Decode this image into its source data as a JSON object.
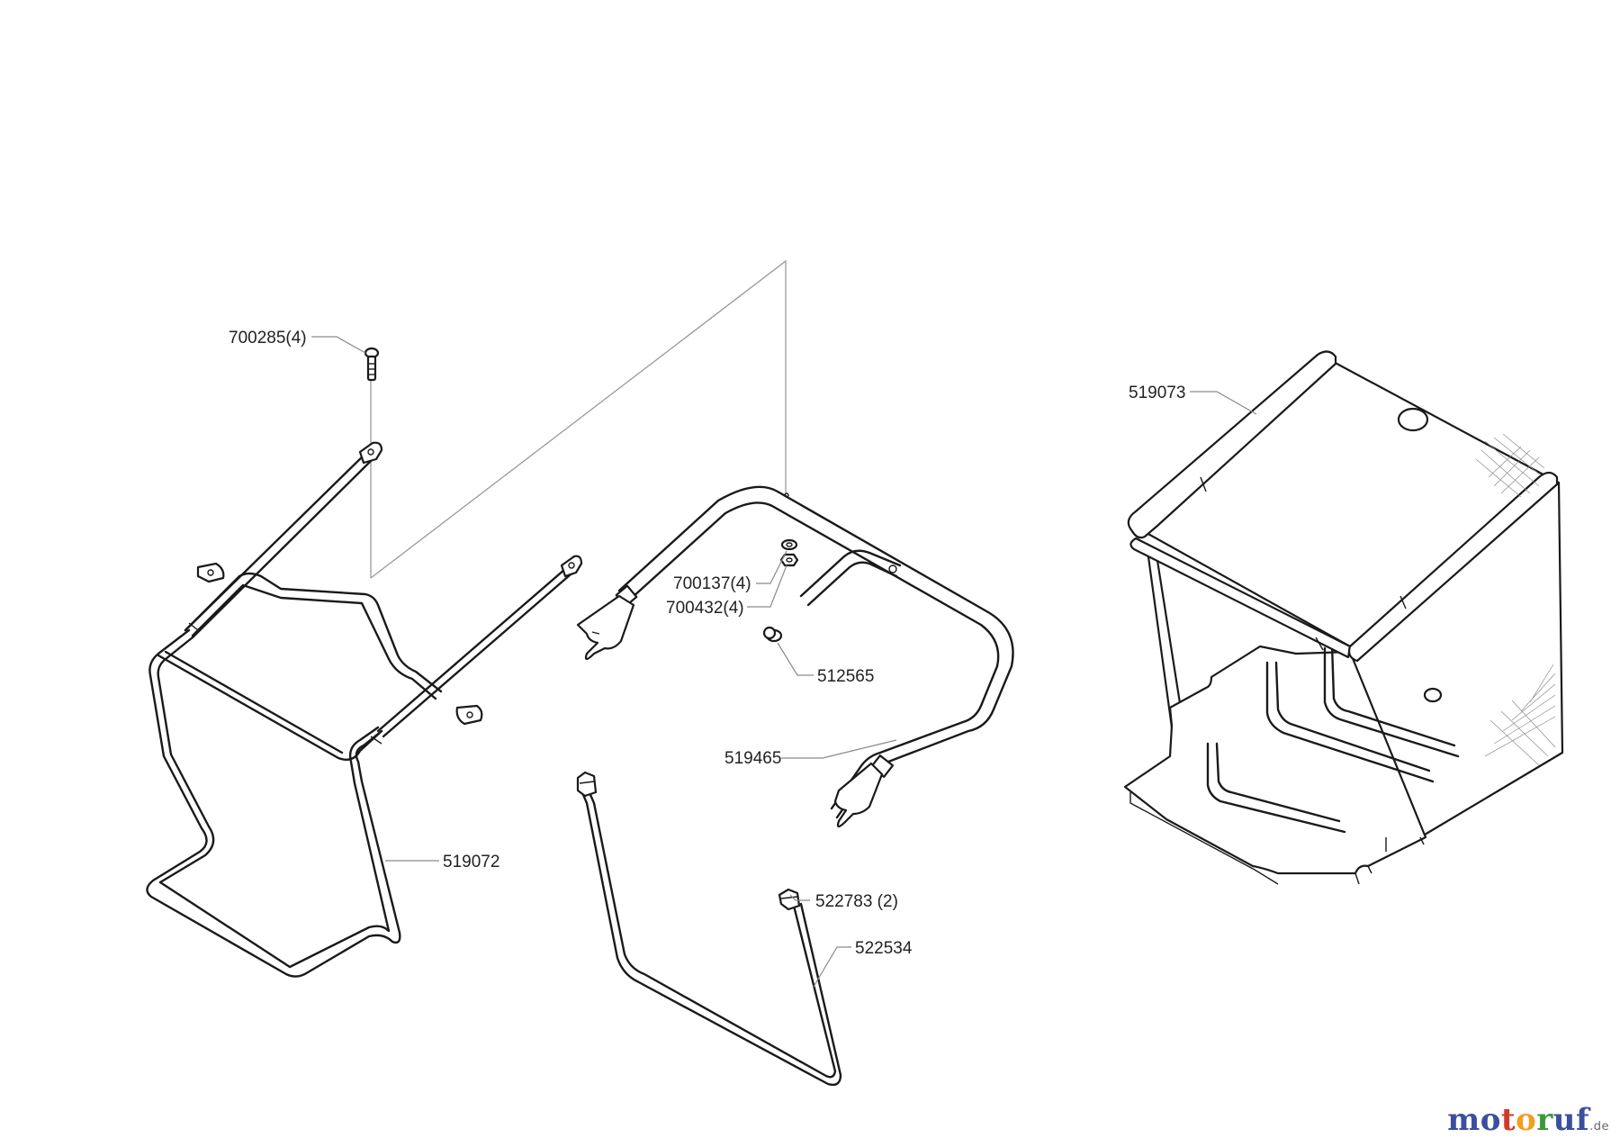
{
  "callouts": [
    {
      "id": "c1",
      "text": "700285(4)"
    },
    {
      "id": "c2",
      "text": "519073"
    },
    {
      "id": "c3",
      "text": "700137(4)"
    },
    {
      "id": "c4",
      "text": "700432(4)"
    },
    {
      "id": "c5",
      "text": "512565"
    },
    {
      "id": "c6",
      "text": "519465"
    },
    {
      "id": "c7",
      "text": "519072"
    },
    {
      "id": "c8",
      "text": "522783 (2)"
    },
    {
      "id": "c9",
      "text": "522534"
    }
  ],
  "watermark": {
    "letters": [
      "m",
      "o",
      "t",
      "o",
      "r",
      "u",
      "f"
    ],
    "suffix": ".de",
    "colors": [
      "#3b4fa0",
      "#3b4fa0",
      "#d13a2a",
      "#f0a020",
      "#3a9a3a",
      "#3b4fa0",
      "#3b4fa0"
    ]
  }
}
